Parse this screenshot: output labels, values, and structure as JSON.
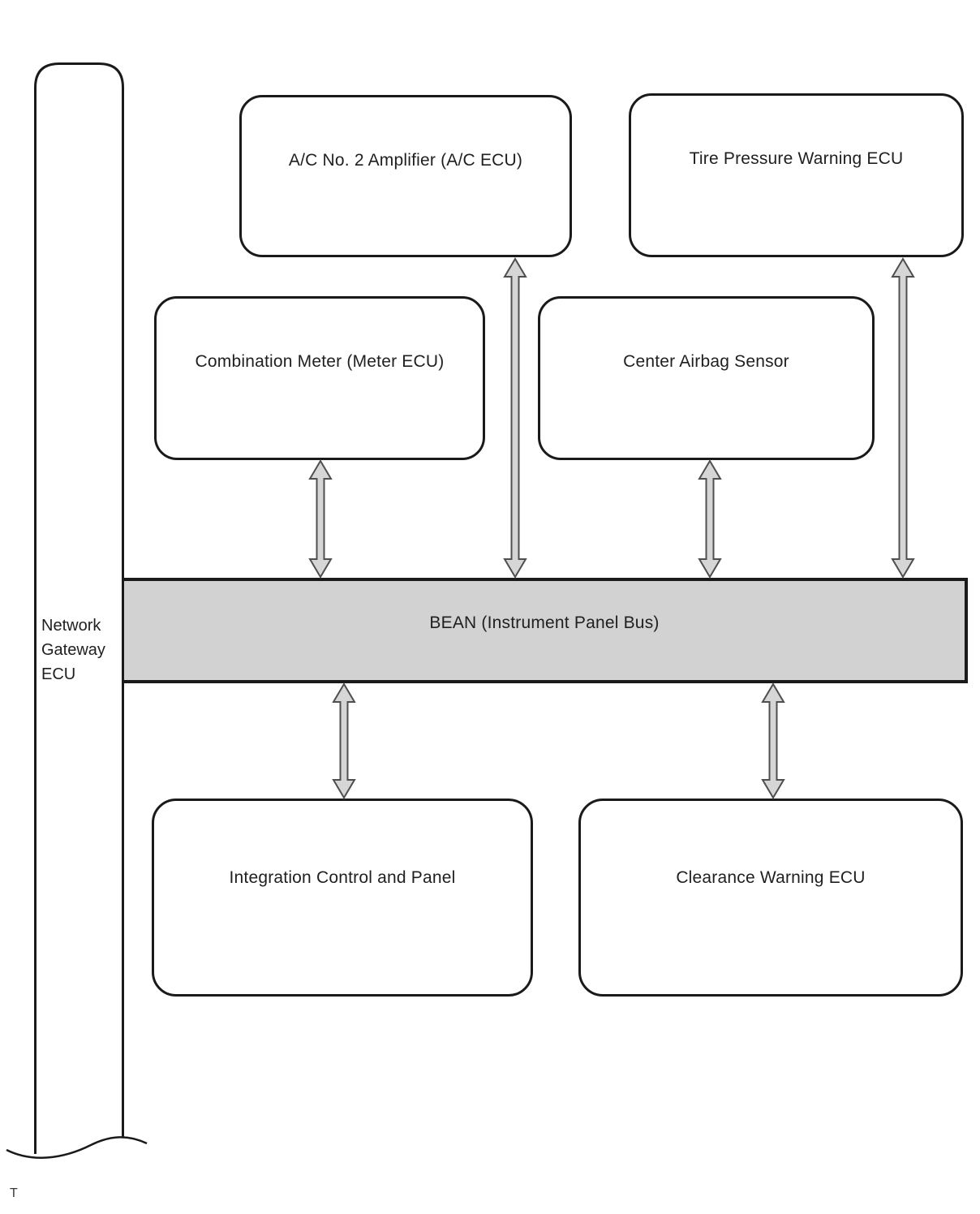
{
  "diagram": {
    "title_hint": "BEAN instrument panel bus block diagram",
    "gateway_label": "Network\nGateway\nECU",
    "bus_label": "BEAN (Instrument Panel Bus)",
    "nodes": [
      {
        "id": "ac-amplifier",
        "label": "A/C No. 2 Amplifier (A/C ECU)"
      },
      {
        "id": "tire-pressure",
        "label": "Tire Pressure Warning ECU"
      },
      {
        "id": "combination-meter",
        "label": "Combination Meter (Meter ECU)"
      },
      {
        "id": "center-airbag",
        "label": "Center Airbag Sensor"
      },
      {
        "id": "integration-panel",
        "label": "Integration Control and Panel"
      },
      {
        "id": "clearance-warning",
        "label": "Clearance Warning ECU"
      }
    ],
    "edges": [
      {
        "from": "combination-meter",
        "to": "bus",
        "type": "bidirectional-arrow"
      },
      {
        "from": "ac-amplifier",
        "to": "bus",
        "type": "bidirectional-arrow"
      },
      {
        "from": "center-airbag",
        "to": "bus",
        "type": "bidirectional-arrow"
      },
      {
        "from": "tire-pressure",
        "to": "bus",
        "type": "bidirectional-arrow"
      },
      {
        "from": "bus",
        "to": "integration-panel",
        "type": "bidirectional-arrow"
      },
      {
        "from": "bus",
        "to": "clearance-warning",
        "type": "bidirectional-arrow"
      },
      {
        "from": "network-gateway-ecu",
        "to": "bus",
        "type": "abutting"
      }
    ],
    "footer_text": "T",
    "colors": {
      "border": "#1a1a1a",
      "bus_fill": "#d2d2d2",
      "arrow_fill": "#d6d6d6",
      "arrow_stroke": "#4f4f4f"
    }
  }
}
